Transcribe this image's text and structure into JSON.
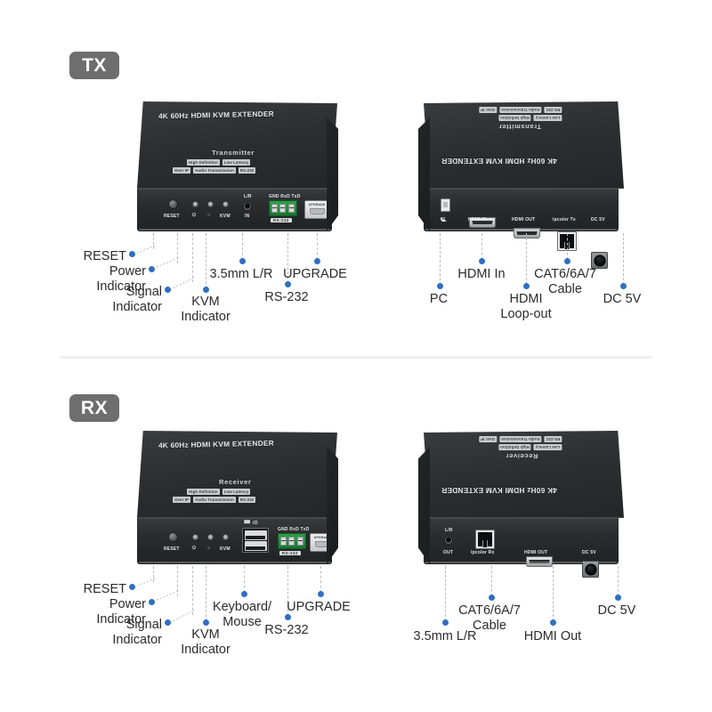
{
  "page": {
    "background": "#ffffff",
    "accent_dot_color": "#2f6fc3",
    "badge_color": "#6e6e6e"
  },
  "sections": [
    {
      "id": "tx",
      "badge": "TX",
      "device_label": "Transmitter",
      "product_title": "4K 60Hz HDMI KVM EXTENDER",
      "features": [
        "High Definition",
        "Low Latency",
        "Over IP",
        "Audio Transmission",
        "RS-232"
      ],
      "front": {
        "port_captions": {
          "reset": "RESET",
          "kvm": "KVM",
          "lr": "L/R",
          "lr_dir": "IN",
          "rs232_pins": "GND RxD TxD",
          "rs232_label": "RS-232",
          "upgrade": "UPGRADE"
        },
        "callouts": [
          {
            "label": "RESET"
          },
          {
            "label": "Power\nIndicator"
          },
          {
            "label": "Signal\nIndicator"
          },
          {
            "label": "KVM\nIndicator"
          },
          {
            "label": "3.5mm L/R"
          },
          {
            "label": "RS-232"
          },
          {
            "label": "UPGRADE"
          }
        ]
      },
      "rear": {
        "port_captions": {
          "usb": "PC",
          "hdmi_in": "HDMI IN",
          "hdmi_out": "HDMI OUT",
          "rj45": "ipcolor  Tx",
          "dc": "DC 5V"
        },
        "callouts": [
          {
            "label": "PC"
          },
          {
            "label": "HDMI In"
          },
          {
            "label": "HDMI\nLoop-out"
          },
          {
            "label": "CAT6/6A/7\nCable"
          },
          {
            "label": "DC 5V"
          }
        ]
      }
    },
    {
      "id": "rx",
      "badge": "RX",
      "device_label": "Receiver",
      "product_title": "4K 60Hz HDMI KVM EXTENDER",
      "features": [
        "High Definition",
        "Low Latency",
        "Over IP",
        "Audio Transmission",
        "RS-232"
      ],
      "front": {
        "port_captions": {
          "reset": "RESET",
          "kvm": "KVM",
          "usb_icon": "/O",
          "rs232_pins": "GND RxD TxD",
          "rs232_label": "RS-232",
          "upgrade": "UPGRADE"
        },
        "callouts": [
          {
            "label": "RESET"
          },
          {
            "label": "Power\nIndicator"
          },
          {
            "label": "Signal\nIndicator"
          },
          {
            "label": "KVM\nIndicator"
          },
          {
            "label": "Keyboard/\nMouse"
          },
          {
            "label": "RS-232"
          },
          {
            "label": "UPGRADE"
          }
        ]
      },
      "rear": {
        "port_captions": {
          "lr": "L/R",
          "lr_dir": "OUT",
          "rj45": "ipcolor  Rx",
          "hdmi_out": "HDMI OUT",
          "dc": "DC 5V"
        },
        "callouts": [
          {
            "label": "3.5mm L/R"
          },
          {
            "label": "CAT6/6A/7\nCable"
          },
          {
            "label": "HDMI Out"
          },
          {
            "label": "DC 5V"
          }
        ]
      }
    }
  ]
}
